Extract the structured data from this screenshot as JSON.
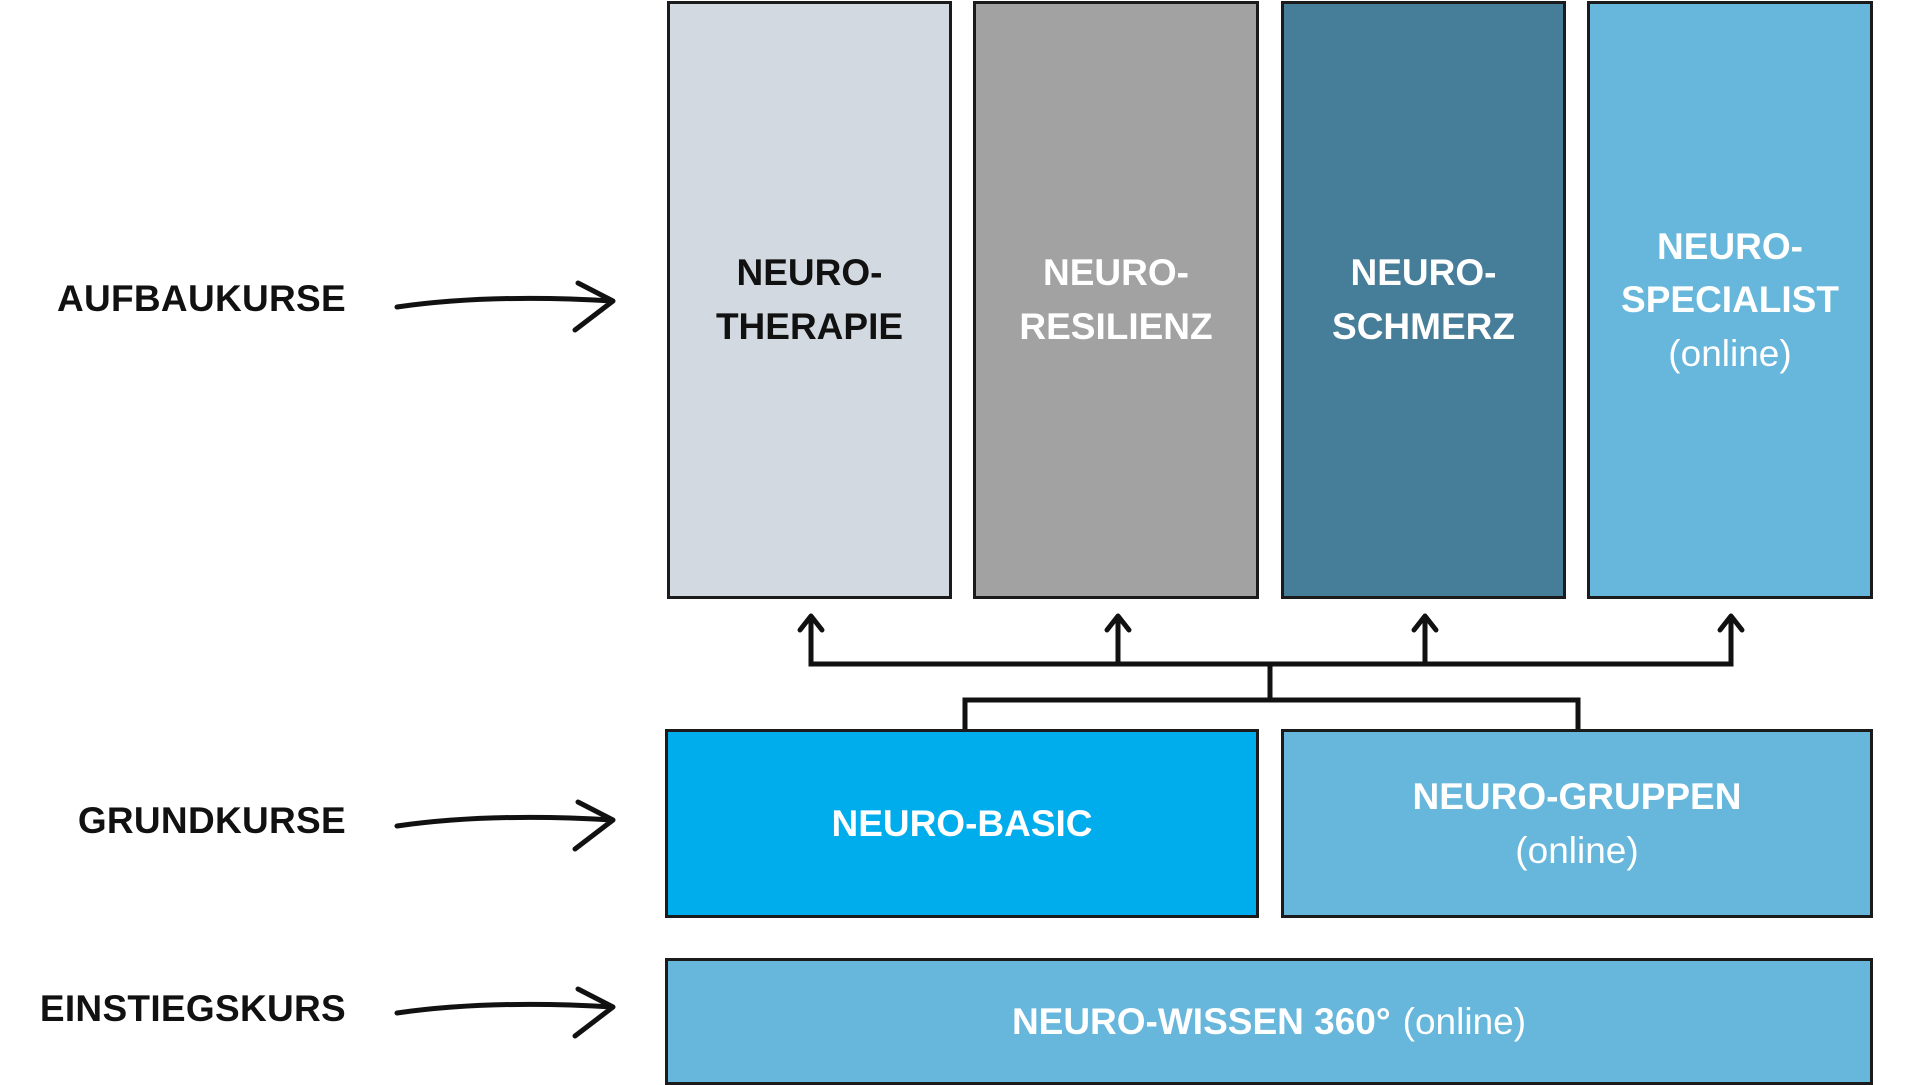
{
  "rows": [
    {
      "label": "AUFBAUKURSE"
    },
    {
      "label": "GRUNDKURSE"
    },
    {
      "label": "EINSTIEGSKURS"
    }
  ],
  "aufbau": [
    {
      "line1": "NEURO-",
      "line2": "THERAPIE",
      "sub": "",
      "bg": "#d2d9e0",
      "fg": "#111111"
    },
    {
      "line1": "NEURO-",
      "line2": "RESILIENZ",
      "sub": "",
      "bg": "#a2a2a2",
      "fg": "#ffffff"
    },
    {
      "line1": "NEURO-",
      "line2": "SCHMERZ",
      "sub": "",
      "bg": "#467d99",
      "fg": "#ffffff"
    },
    {
      "line1": "NEURO-",
      "line2": "SPECIALIST",
      "sub": "(online)",
      "bg": "#66b7db",
      "fg": "#ffffff"
    }
  ],
  "grund": [
    {
      "title": "NEURO-BASIC",
      "sub": "",
      "bg": "#00adec",
      "fg": "#ffffff"
    },
    {
      "title": "NEURO-GRUPPEN",
      "sub": "(online)",
      "bg": "#66b7db",
      "fg": "#ffffff"
    }
  ],
  "einstieg": {
    "title": "NEURO-WISSEN 360°",
    "sub": "(online)",
    "bg": "#66b7db",
    "fg": "#ffffff"
  }
}
